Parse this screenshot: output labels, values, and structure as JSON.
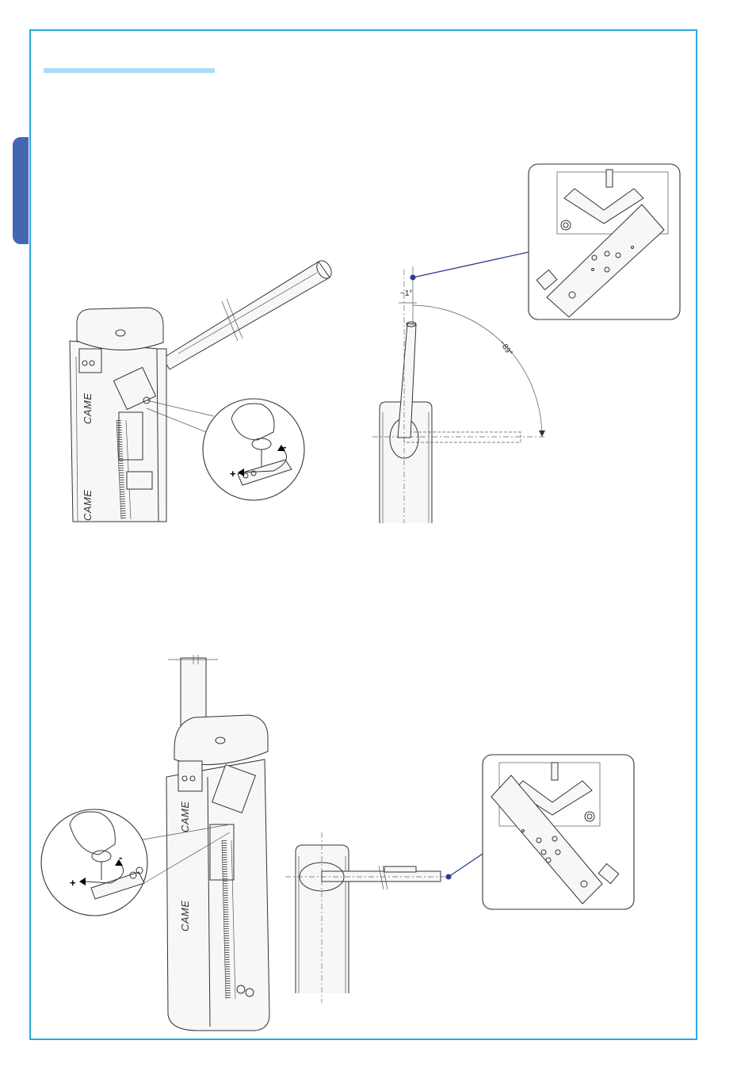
{
  "page": {
    "frame_color": "#29a9e0",
    "header_bar_color": "#a8dcf5",
    "side_tab_color": "#4566b2",
    "callout_color": "#2d3a8c"
  },
  "figure_top": {
    "left_unit": {
      "brand_upper": "CAME",
      "brand_lower": "CAME"
    },
    "adjust_detail": {
      "plus": "+",
      "minus": "-"
    },
    "angle_small": "~1°",
    "angle_large": "~89°"
  },
  "figure_bottom": {
    "unit": {
      "brand_upper": "CAME",
      "brand_lower": "CAME"
    },
    "adjust_detail": {
      "plus": "+",
      "minus": "-"
    }
  }
}
